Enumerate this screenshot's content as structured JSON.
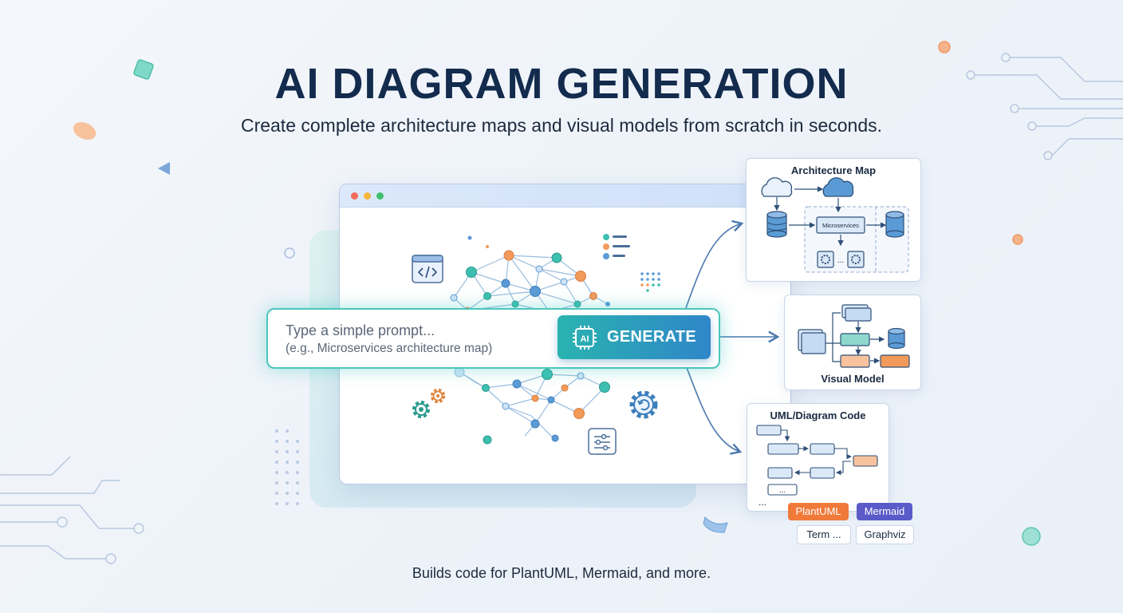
{
  "header": {
    "title": "AI DIAGRAM GENERATION",
    "subtitle": "Create complete architecture maps and visual models from scratch in seconds."
  },
  "prompt": {
    "line1": "Type a simple prompt...",
    "line2": "(e.g., Microservices architecture map)",
    "button_label": "GENERATE",
    "button_icon_text": "AI"
  },
  "outputs": {
    "architecture_map": {
      "title": "Architecture Map",
      "node_label": "Microservices",
      "ellipsis": "..."
    },
    "visual_model": {
      "title": "Visual Model"
    },
    "uml_code": {
      "title": "UML/Diagram Code",
      "ellipsis_inner": "...",
      "ellipsis_outer": "..."
    }
  },
  "tags": [
    {
      "label": "PlantUML",
      "color": "#f07a3a"
    },
    {
      "label": "Mermaid",
      "color": "#5a5bc8"
    },
    {
      "label": "Term ...",
      "color": "#ffffff"
    },
    {
      "label": "Graphviz",
      "color": "#ffffff"
    }
  ],
  "footer": {
    "note": "Builds code for PlantUML, Mermaid, and more."
  },
  "colors": {
    "title": "#132b4d",
    "accent_teal": "#2ab3b0",
    "accent_blue": "#2f86c8",
    "node_teal": "#3dbfb0",
    "node_orange": "#f39a5a",
    "node_blue": "#5b9bd5"
  }
}
